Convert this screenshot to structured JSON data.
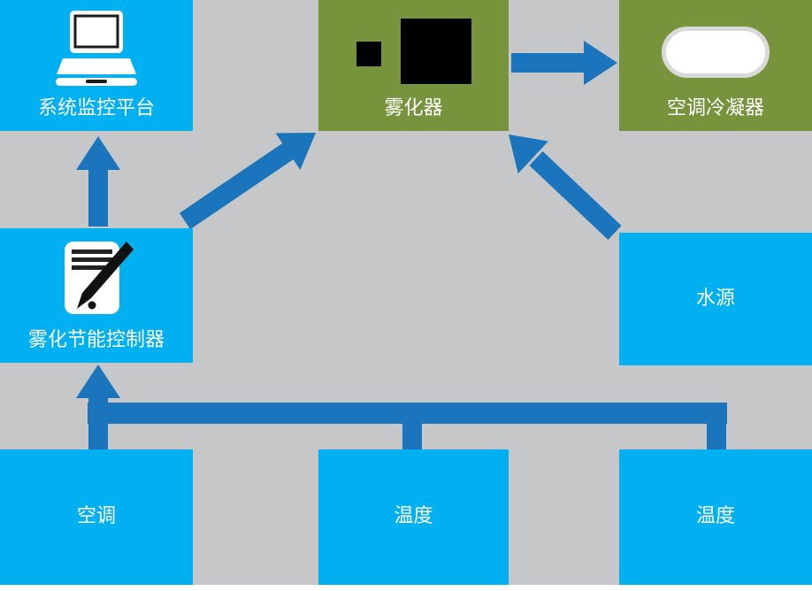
{
  "diagram": {
    "colors": {
      "bg_gray": "#c6c7c8",
      "box_blue": "#00b0f0",
      "box_green": "#77933c",
      "arrow_blue": "#1b75bc",
      "text_white": "#ffffff"
    },
    "nodes": [
      {
        "id": "system-monitor-platform",
        "label": "系统监控平台",
        "icon": "laptop-icon",
        "color": "blue"
      },
      {
        "id": "atomizer",
        "label": "雾化器",
        "icon": "atomizer-icon",
        "color": "green"
      },
      {
        "id": "ac-condenser",
        "label": "空调冷凝器",
        "icon": "condenser-icon",
        "color": "green"
      },
      {
        "id": "atomizing-energy-saving-controller",
        "label": "雾化节能控制器",
        "icon": "controller-icon",
        "color": "blue"
      },
      {
        "id": "water-source",
        "label": "水源",
        "color": "blue"
      },
      {
        "id": "air-conditioner",
        "label": "空调",
        "color": "blue"
      },
      {
        "id": "temperature-1",
        "label": "温度",
        "color": "blue"
      },
      {
        "id": "temperature-2",
        "label": "温度",
        "color": "blue"
      }
    ],
    "edges": [
      {
        "from": "atomizing-energy-saving-controller",
        "to": "system-monitor-platform"
      },
      {
        "from": "atomizing-energy-saving-controller",
        "to": "atomizer"
      },
      {
        "from": "atomizer",
        "to": "ac-condenser"
      },
      {
        "from": "water-source",
        "to": "atomizer"
      },
      {
        "from": "air-conditioner + temperature-1 + temperature-2",
        "to": "atomizing-energy-saving-controller"
      }
    ]
  }
}
